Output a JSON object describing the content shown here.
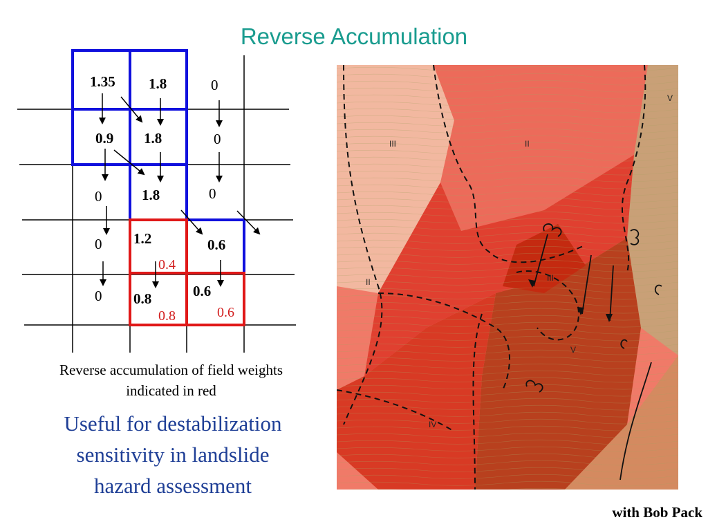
{
  "slide": {
    "title": "Reverse Accumulation",
    "caption_line1": "Reverse accumulation of field weights",
    "caption_line2": "indicated in red",
    "note_line1": "Useful for destabilization",
    "note_line2": "sensitivity in landslide",
    "note_line3": "hazard assessment",
    "credit": "with Bob Pack"
  },
  "grid": {
    "accumulated_values": {
      "r1c1": "1.35",
      "r1c2": "1.8",
      "r1c3": "0",
      "r2c1": "0.9",
      "r2c2": "1.8",
      "r2c3": "0",
      "r3c1": "0",
      "r3c2": "1.8",
      "r3c3": "0",
      "r4c1": "0",
      "r4c2": "1.2",
      "r4c3": "0.6",
      "r5c1": "0",
      "r5c2": "0.8",
      "r5c3": "0.6"
    },
    "field_weights": {
      "r4c2": "0.4",
      "r5c2": "0.8",
      "r5c3": "0.6"
    },
    "colors": {
      "blue_cells": "#1010dd",
      "red_cells": "#e01818",
      "weight_text": "#d21d1d"
    }
  },
  "map": {
    "zone_labels": [
      "III",
      "II",
      "V",
      "II",
      "III",
      "V",
      "IV"
    ],
    "colors": {
      "dark": "#c42a10",
      "mid": "#e04030",
      "light": "#f08070",
      "pale": "#f2b8a0",
      "tan": "#c9a077"
    }
  }
}
